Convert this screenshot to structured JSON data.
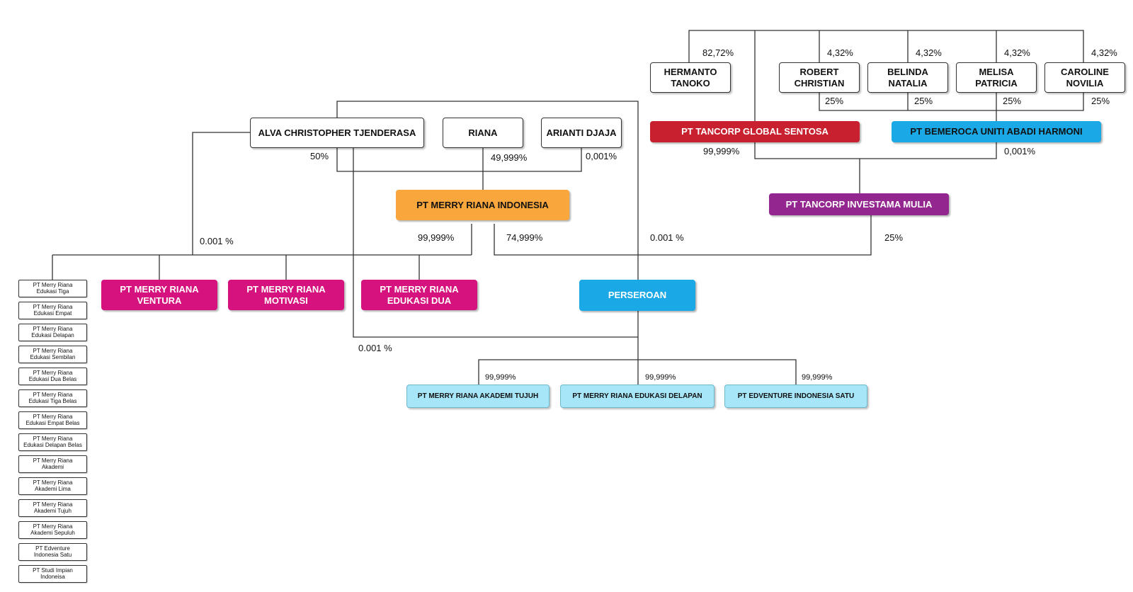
{
  "colors": {
    "line": "#333333",
    "tancorp_global": "#c8202e",
    "bemeroca": "#1aa9e6",
    "investama": "#93278f",
    "merry_riana_indonesia": "#f9a73c",
    "merry_riana_subs": "#d6127e",
    "perseroan": "#1aa9e6",
    "perseroan_subs": "#a6e6f8"
  },
  "people": {
    "hermanto": "HERMANTO\nTANOKO",
    "robert": "ROBERT\nCHRISTIAN",
    "belinda": "BELINDA\nNATALIA",
    "melisa": "MELISA\nPATRICIA",
    "caroline": "CAROLINE\nNOVILIA",
    "alva": "ALVA CHRISTOPHER TJENDERASA",
    "riana": "RIANA",
    "arianti": "ARIANTI DJAJA"
  },
  "companies": {
    "tancorp_global": "PT TANCORP GLOBAL SENTOSA",
    "bemeroca": "PT BEMEROCA UNITI ABADI HARMONI",
    "investama": "PT TANCORP INVESTAMA MULIA",
    "merry_riana_indonesia": "PT MERRY RIANA INDONESIA",
    "ventura": "PT MERRY RIANA\nVENTURA",
    "motivasi": "PT MERRY RIANA\nMOTIVASI",
    "edukasi_dua": "PT MERRY RIANA\nEDUKASI DUA",
    "perseroan": "PERSEROAN",
    "akademi_tujuh": "PT MERRY RIANA AKADEMI TUJUH",
    "edukasi_delapan": "PT MERRY RIANA EDUKASI DELAPAN",
    "edventure": "PT EDVENTURE INDONESIA SATU"
  },
  "small_companies": [
    "PT Merry Riana\nEdukasi Tiga",
    "PT Merry Riana\nEdukasi Empat",
    "PT Merry Riana\nEdukasi Delapan",
    "PT Merry Riana\nEdukasi Sembilan",
    "PT Merry Riana\nEdukasi Dua Belas",
    "PT Merry Riana\nEdukasi Tiga Belas",
    "PT Merry Riana\nEdukasi Empat Belas",
    "PT Merry Riana\nEdukasi Delapan Belas",
    "PT Merry Riana\nAkademi",
    "PT Merry Riana\nAkademi Lima",
    "PT Merry Riana\nAkademi Tujuh",
    "PT Merry Riana\nAkademi Sepuluh",
    "PT Edventure\nIndonesia Satu",
    "PT Studi Impian\nIndoneisa"
  ],
  "percentages": {
    "hermanto": "82,72%",
    "robert": "4,32%",
    "belinda": "4,32%",
    "melisa": "4,32%",
    "caroline": "4,32%",
    "robert_bem": "25%",
    "belinda_bem": "25%",
    "melisa_bem": "25%",
    "caroline_bem": "25%",
    "tancorp_global_to_investama": "99,999%",
    "bemeroca_to_investama": "0,001%",
    "alva": "50%",
    "riana": "49,999%",
    "arianti": "0,001%",
    "alva_to_subs": "0.001 %",
    "mri_to_subs": "99,999%",
    "mri_to_perseroan": "74,999%",
    "alva_to_perseroan": "0.001 %",
    "investama_to_perseroan": "25%",
    "alva_to_edukasi_dua": "0.001 %",
    "akademi_tujuh": "99,999%",
    "edukasi_delapan": "99,999%",
    "edventure": "99,999%"
  }
}
